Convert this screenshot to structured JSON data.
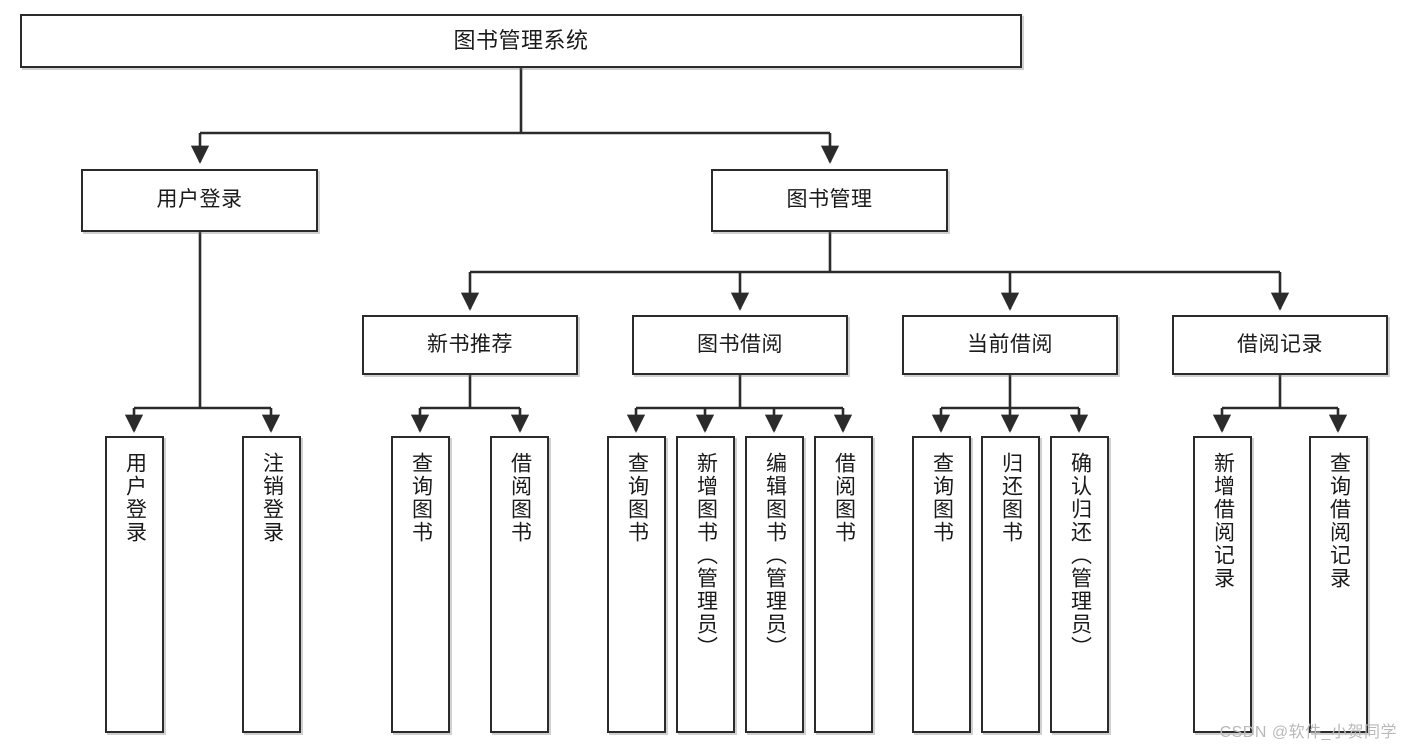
{
  "diagram": {
    "title": "图书管理系统",
    "type": "tree",
    "colors": {
      "box_border": "#2b2b2b",
      "box_fill": "#ffffff",
      "connector": "#2b2b2b",
      "text": "#1a1a1a",
      "watermark": "#b9b9b9",
      "background": "#ffffff"
    },
    "watermark": "CSDN @软件_小贺同学",
    "nodes": {
      "root": {
        "label": "图书管理系统"
      },
      "level2": [
        {
          "label": "用户登录"
        },
        {
          "label": "图书管理"
        }
      ],
      "level3": [
        {
          "label": "新书推荐"
        },
        {
          "label": "图书借阅"
        },
        {
          "label": "当前借阅"
        },
        {
          "label": "借阅记录"
        }
      ],
      "leaves": {
        "user_login": [
          {
            "label": "用户登录"
          },
          {
            "label": "注销登录"
          }
        ],
        "new_book_recommend": [
          {
            "label": "查询图书"
          },
          {
            "label": "借阅图书"
          }
        ],
        "book_borrow": [
          {
            "label": "查询图书"
          },
          {
            "label": "新增图书（管理员）"
          },
          {
            "label": "编辑图书（管理员）"
          },
          {
            "label": "借阅图书"
          }
        ],
        "current_borrow": [
          {
            "label": "查询图书"
          },
          {
            "label": "归还图书"
          },
          {
            "label": "确认归还（管理员）"
          }
        ],
        "borrow_record": [
          {
            "label": "新增借阅记录"
          },
          {
            "label": "查询借阅记录"
          }
        ]
      }
    }
  }
}
